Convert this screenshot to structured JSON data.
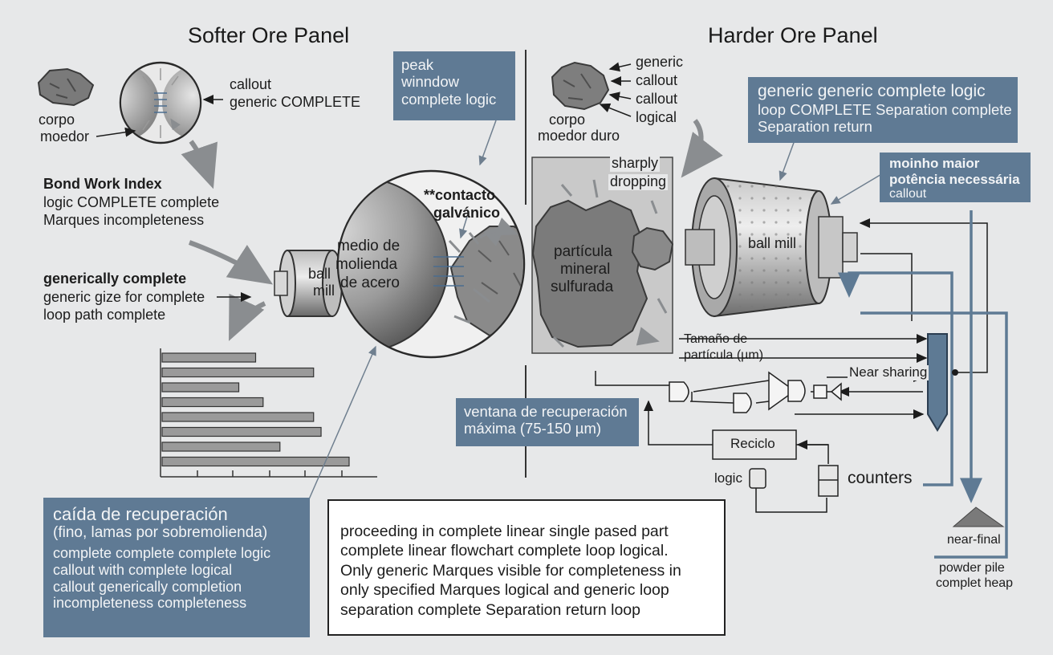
{
  "softer_panel": {
    "title": "Softer Ore Panel",
    "grinding_label": [
      "corpo",
      "moedor"
    ],
    "callout_top": [
      "callout",
      "generic COMPLETE"
    ],
    "bond_block": {
      "title": "Bond Work Index",
      "lines": [
        "logic COMPLETE complete",
        "Marques incompleteness"
      ]
    },
    "gize_block": {
      "title": "generically complete",
      "lines": [
        "generic gize for complete",
        "loop path complete"
      ]
    },
    "small_mill_label": [
      "ball",
      "mill"
    ],
    "sphere_label": [
      "medio de",
      "molienda",
      "de acero"
    ],
    "contact_label": [
      "**contacto",
      "galvánico"
    ],
    "bars": [
      0.5,
      0.81,
      0.41,
      0.54,
      0.81,
      0.85,
      0.63,
      1.0
    ],
    "peak_box": [
      "peak",
      "winndow",
      "complete logic"
    ],
    "drop_box": {
      "title": "caída de recuperación",
      "subtitle": "(fino, lamas por sobremolienda)",
      "lines": [
        "complete complete complete logic",
        "callout with complete logical",
        "callout generically completion",
        "incompleteness completeness"
      ]
    }
  },
  "harder_panel": {
    "title": "Harder Ore Panel",
    "rock_callouts": [
      "generic",
      "callout",
      "callout",
      "logical"
    ],
    "grinding_label": [
      "corpo",
      "moedor duro"
    ],
    "logic_box": [
      "generic generic complete logic",
      "loop COMPLETE Separation complete",
      "Separation return"
    ],
    "power_box": [
      "moinho maior",
      "potência necessária",
      "callout"
    ],
    "sharply_label": [
      "sharply",
      "dropping"
    ],
    "particle_label": [
      "partícula",
      "mineral",
      "sulfurada"
    ],
    "big_mill_label": "ball mill",
    "size_label": [
      "Tamaño de",
      "partícula (µm)"
    ],
    "near_sharing": "Near sharing",
    "window_box": [
      "ventana de recuperación",
      "máxima (75-150 µm)"
    ],
    "recycle_label": "Reciclo",
    "logic_label": "logic",
    "counters_label": "counters",
    "near_final": "near-final",
    "powder_label": [
      "powder pile",
      "complet heap"
    ]
  },
  "notes_box": [
    "proceeding in complete linear single pased part",
    "complete linear flowchart complete loop logical.",
    "Only generic Marques visible for completeness in",
    "only specified Marques logical and generic loop",
    "separation complete Separation return loop"
  ],
  "colors": {
    "background": "#e7e8e9",
    "callout_box": "#5f7a94",
    "callout_text": "#f2f4f6",
    "arrow_gray": "#8a8d90",
    "line_dark": "#1c1c1c",
    "flow_blue": "#5e7a94"
  }
}
